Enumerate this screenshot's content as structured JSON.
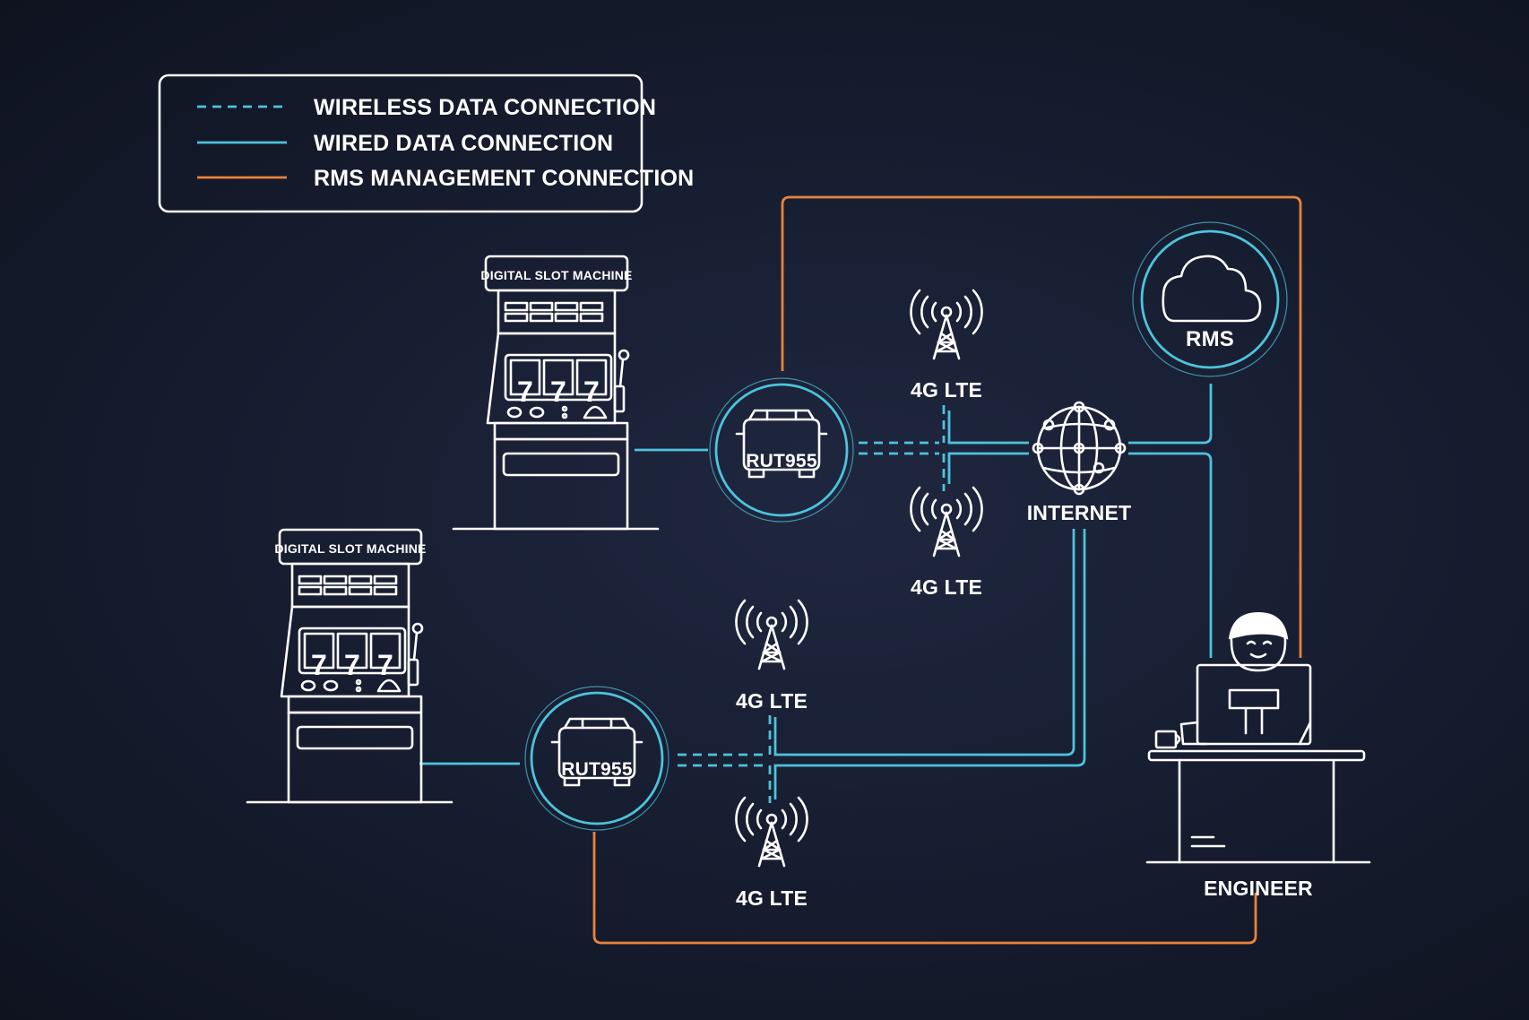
{
  "legend": {
    "items": [
      {
        "label": "WIRELESS DATA CONNECTION",
        "style": "dashed",
        "color": "#4dc3dc"
      },
      {
        "label": "WIRED DATA CONNECTION",
        "style": "solid",
        "color": "#4dc3dc"
      },
      {
        "label": "RMS MANAGEMENT CONNECTION",
        "style": "solid",
        "color": "#e8833a"
      }
    ]
  },
  "nodes": {
    "slot_top": "DIGITAL SLOT MACHINE",
    "slot_bottom": "DIGITAL SLOT MACHINE",
    "reel_digit": "7",
    "router_top": "RUT955",
    "router_bottom": "RUT955",
    "tower_1": "4G LTE",
    "tower_2": "4G LTE",
    "tower_3": "4G LTE",
    "tower_4": "4G LTE",
    "internet": "INTERNET",
    "rms": "RMS",
    "engineer": "ENGINEER"
  },
  "icons": [
    "slot-machine-icon",
    "router-icon",
    "cell-tower-icon",
    "globe-icon",
    "cloud-icon",
    "engineer-desk-icon"
  ],
  "colors": {
    "background": "#161c2e",
    "wired": "#4dc3dc",
    "rms": "#e8833a",
    "outline": "#ffffff"
  }
}
